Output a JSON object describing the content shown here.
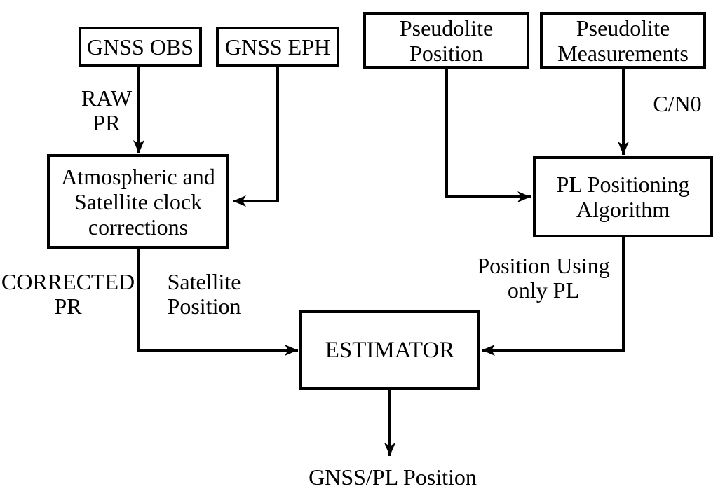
{
  "diagram": {
    "background_color": "#ffffff",
    "stroke_color": "#000000",
    "nodes": {
      "gnss_obs": "GNSS OBS",
      "gnss_eph": "GNSS EPH",
      "pseudolite_position": "Pseudolite\nPosition",
      "pseudolite_measurements": "Pseudolite\nMeasurements",
      "corrections": "Atmospheric and\nSatellite clock\ncorrections",
      "pl_algorithm": "PL Positioning\nAlgorithm",
      "estimator": "ESTIMATOR"
    },
    "edge_labels": {
      "raw_pr": "RAW\nPR",
      "cn0": "C/N0",
      "corrected_pr": "CORRECTED\nPR",
      "satellite_position": "Satellite\nPosition",
      "position_using_only_pl": "Position Using\nonly PL",
      "gnss_pl_position": "GNSS/PL Position"
    }
  }
}
